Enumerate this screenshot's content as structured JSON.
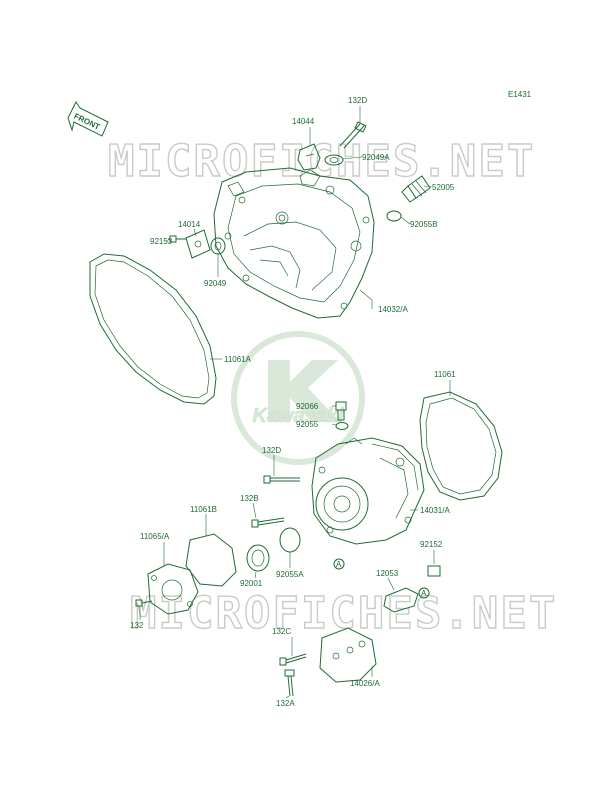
{
  "diagram_code": "E1431",
  "front_label": "FRONT",
  "watermark_text": "MICROFICHES.NET",
  "logo_text": "Kawasaki",
  "colors": {
    "line": "#1e6b34",
    "watermark": "#c8ccc8",
    "logo": "#d9e8d9"
  },
  "labels": {
    "l132d": "132D",
    "l14044": "14044",
    "l92049a": "92049A",
    "l52005": "52005",
    "l92055b": "92055B",
    "l14014": "14014",
    "l92153": "92153",
    "l92049": "92049",
    "l14032a": "14032/A",
    "l11061a": "11061A",
    "l11061": "11061",
    "l92066": "92066",
    "l92055": "92055",
    "l132d_2": "132D",
    "l132b": "132B",
    "l11061b": "11061B",
    "l14031a": "14031/A",
    "l11065a": "11065/A",
    "l92055a": "92055A",
    "l92001": "92001",
    "l92152": "92152",
    "l12053": "12053",
    "l132": "132",
    "l132c": "132C",
    "l14026a": "14026/A",
    "l132a": "132A",
    "ref_a1": "A",
    "ref_a2": "A"
  }
}
